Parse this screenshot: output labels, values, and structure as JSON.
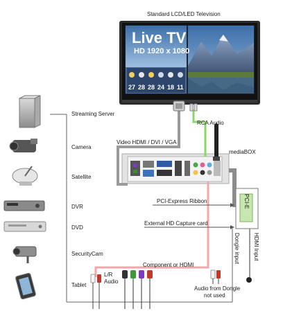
{
  "tv": {
    "caption": "Standard LCD/LED Television",
    "screen_title": "Live TV",
    "screen_subtitle": "HD 1920 x 1080",
    "weather_numbers": [
      "27",
      "28",
      "28",
      "24",
      "18",
      "11"
    ]
  },
  "devices": [
    {
      "name": "streaming-server",
      "label": "Streaming Server"
    },
    {
      "name": "camera",
      "label": "Camera"
    },
    {
      "name": "satellite",
      "label": "Satellite"
    },
    {
      "name": "dvr",
      "label": "DVR"
    },
    {
      "name": "dvd",
      "label": "DVD"
    },
    {
      "name": "security-cam",
      "label": "SecurityCam"
    },
    {
      "name": "tablet",
      "label": "Tablet"
    }
  ],
  "connections": {
    "rca_audio": "RCA Audio",
    "video_hdmi": "Video HDMI / DVI / VGA",
    "mediabox": "mediaBOX",
    "pci_express": "PCI-Express Ribbon",
    "pcie": "PCI-E",
    "capture_card": "External HD Capture card",
    "dongle_input": "Dongle input",
    "hdmi_input": "HDMI Input",
    "lr_audio_1": "L/R",
    "lr_audio_2": "Audio",
    "component": "Component or HDMI",
    "audio_dongle_1": "Audio from Dongle",
    "audio_dongle_2": "not used"
  },
  "colors": {
    "green_cable": "#8fd36b",
    "pink_cable": "#f3a7a7",
    "gray_cable": "#9a9a9a",
    "dark_line": "#333333"
  }
}
